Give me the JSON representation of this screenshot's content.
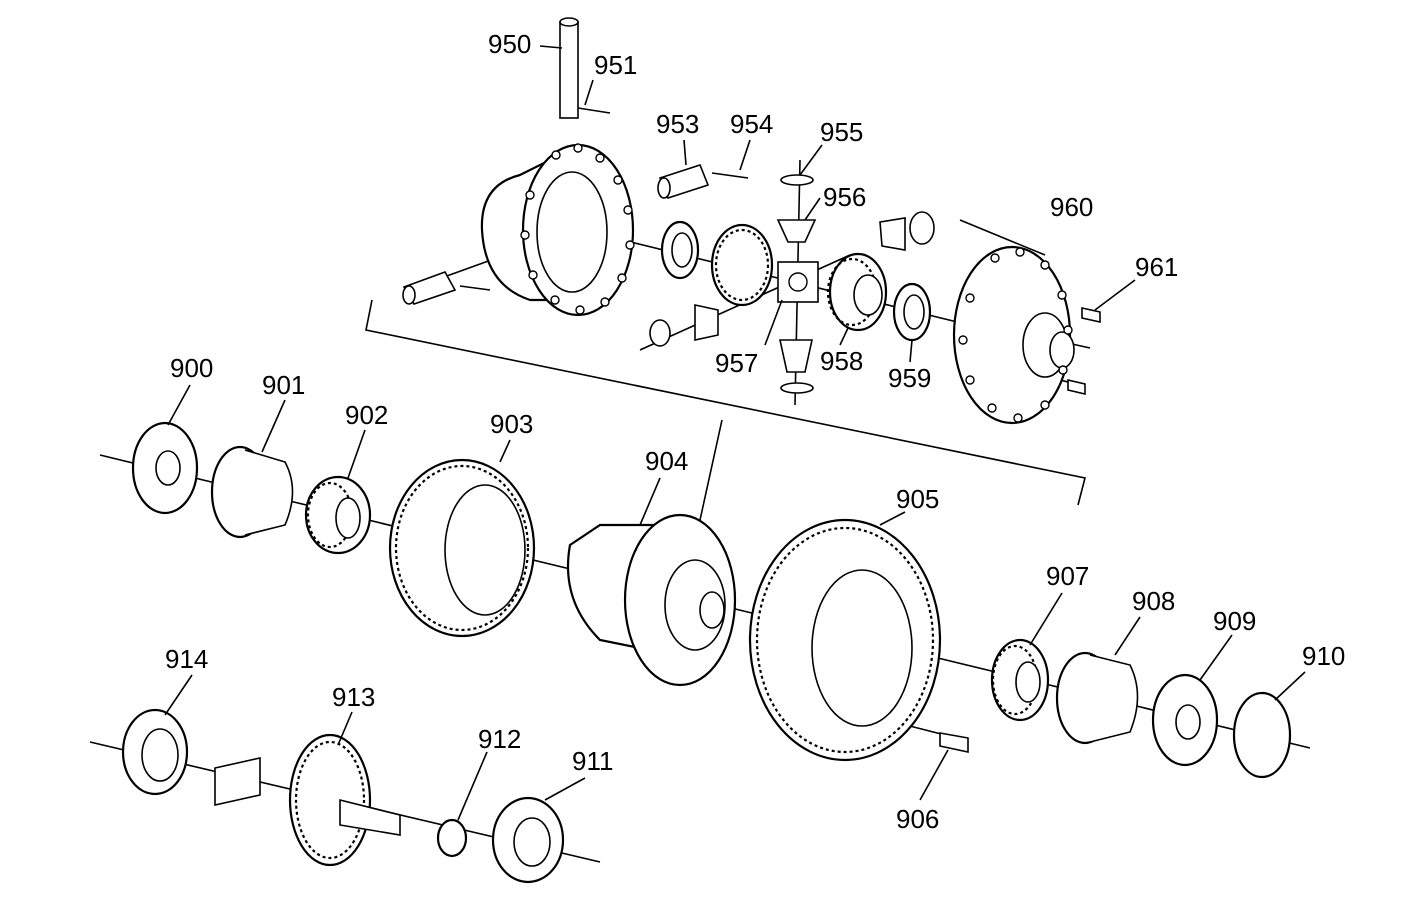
{
  "callouts": {
    "c950": "950",
    "c951": "951",
    "c953": "953",
    "c954": "954",
    "c955": "955",
    "c956": "956",
    "c957": "957",
    "c958": "958",
    "c959": "959",
    "c960": "960",
    "c961": "961",
    "c900": "900",
    "c901": "901",
    "c902": "902",
    "c903": "903",
    "c904": "904",
    "c905": "905",
    "c906": "906",
    "c907": "907",
    "c908": "908",
    "c909": "909",
    "c910": "910",
    "c911": "911",
    "c912": "912",
    "c913": "913",
    "c914": "914"
  }
}
